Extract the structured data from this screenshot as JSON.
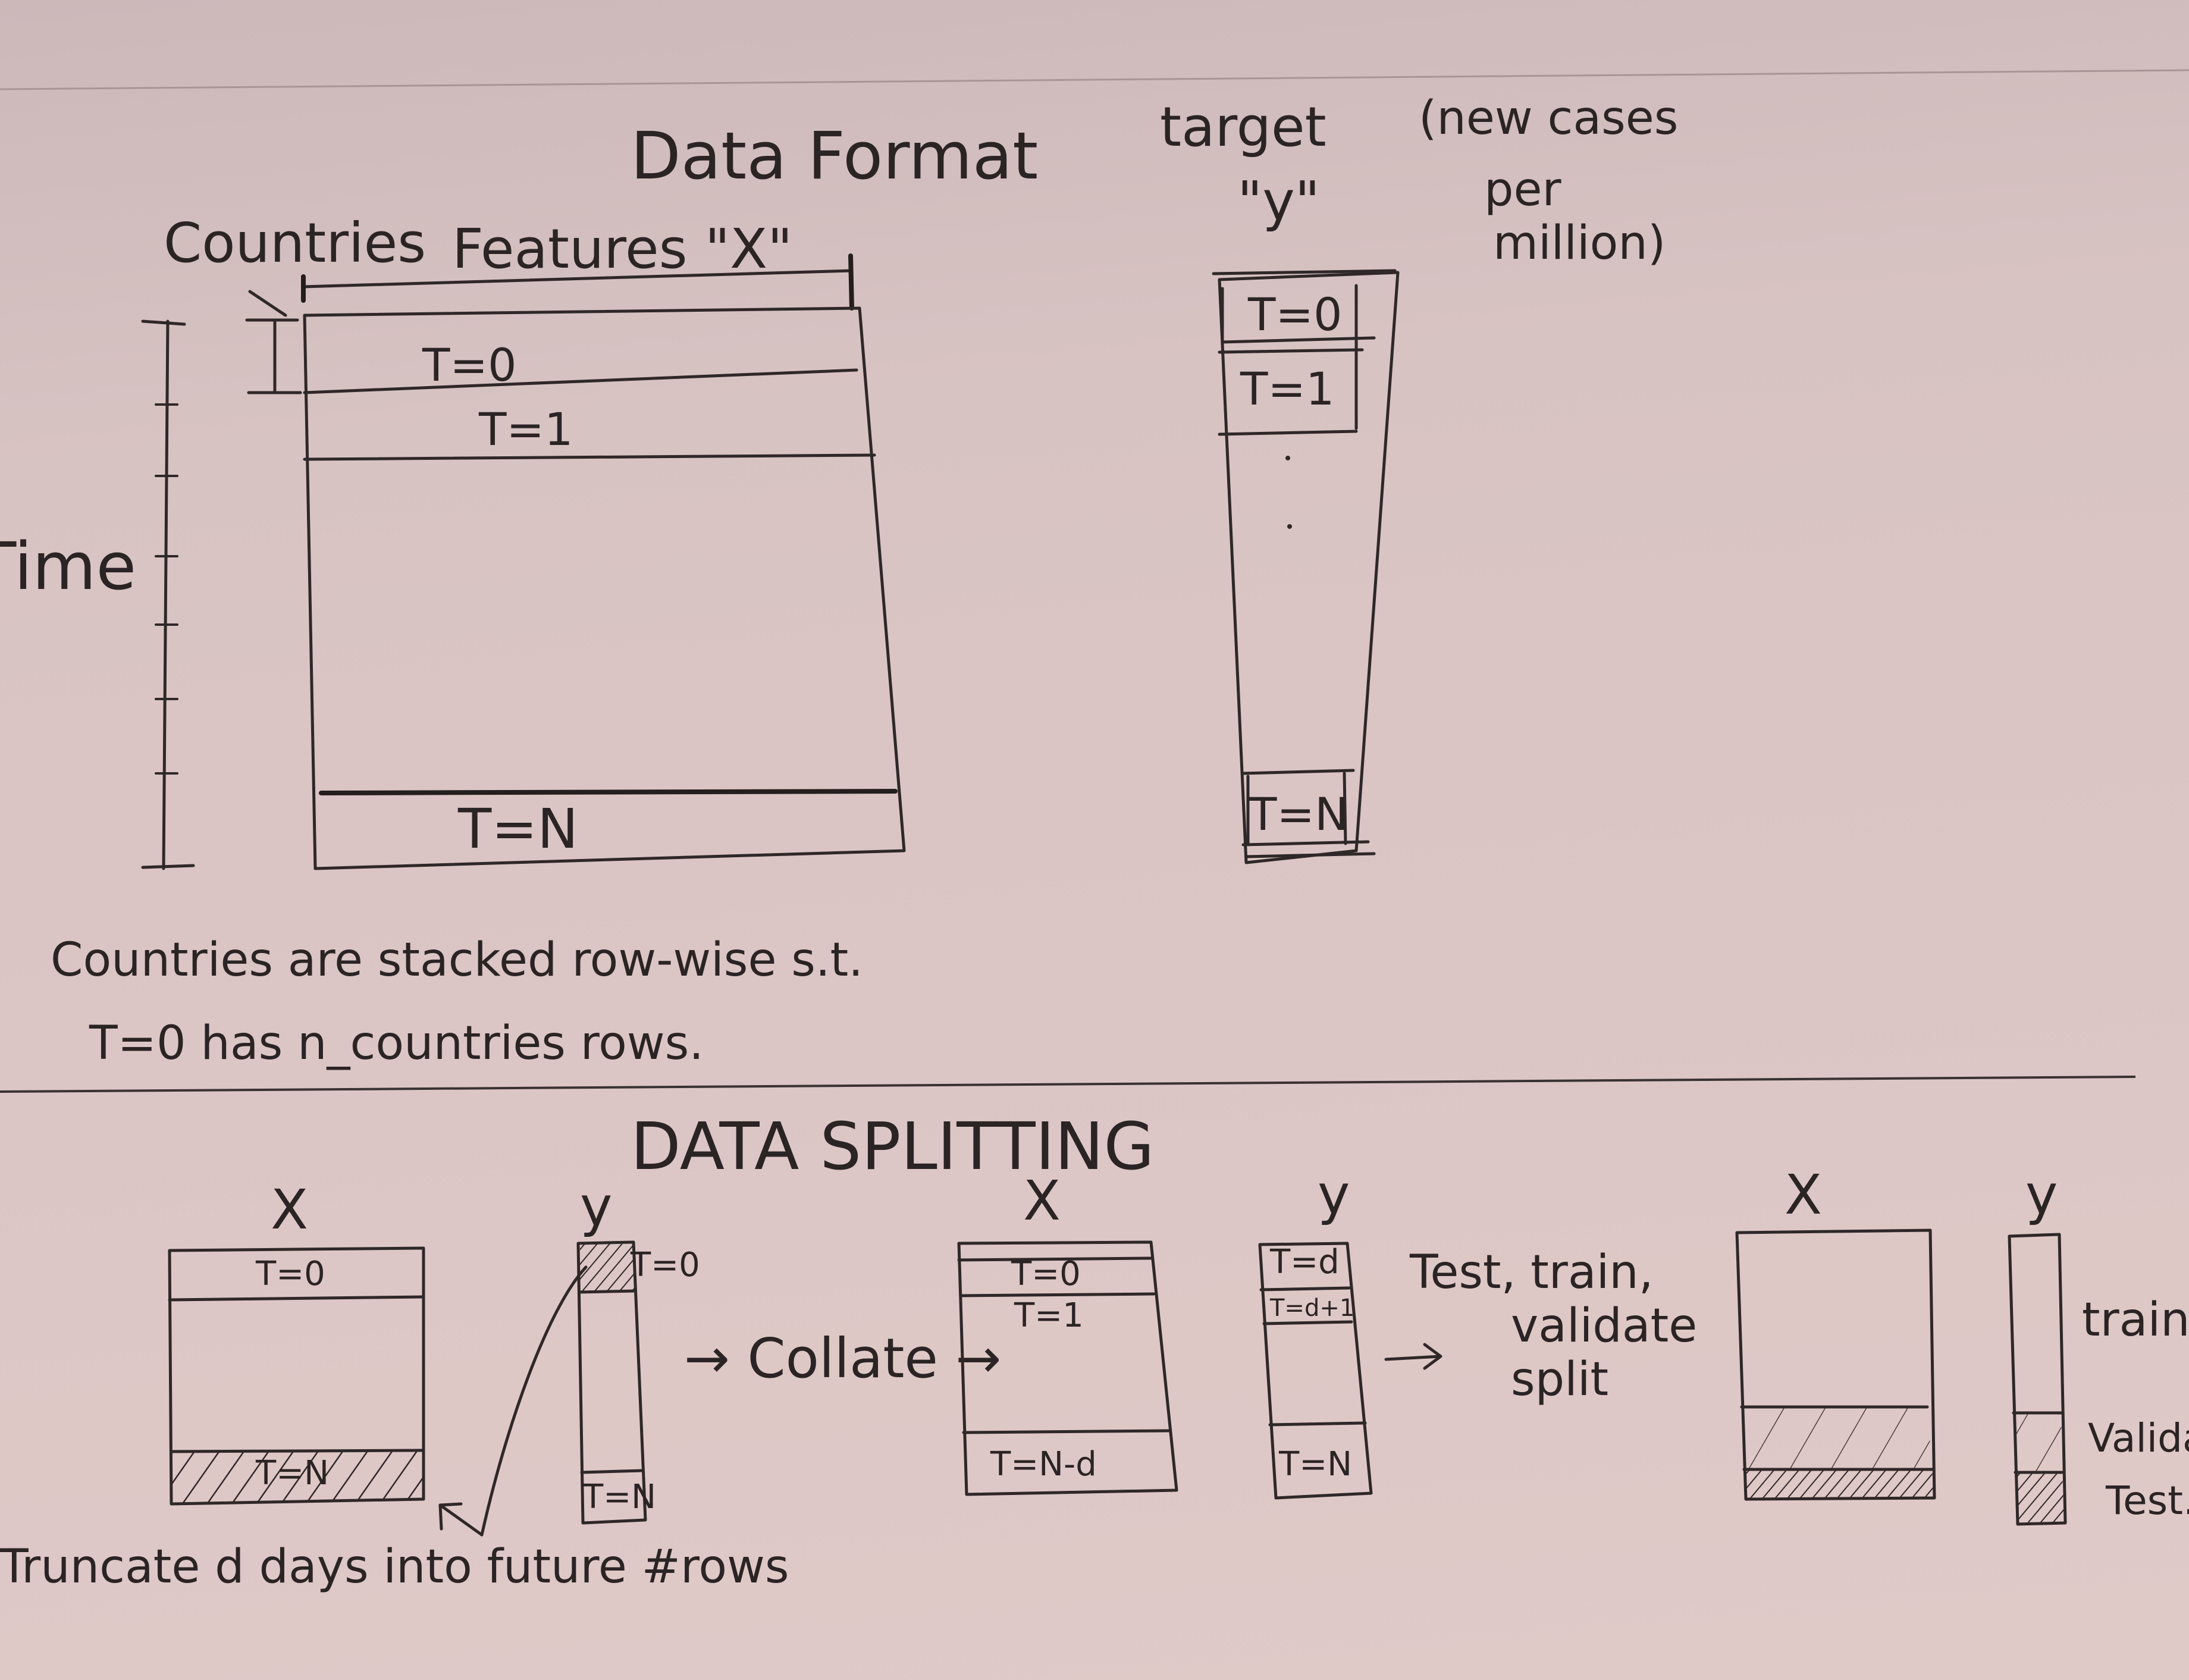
{
  "data_format": {
    "title": "Data Format",
    "countries_label": "Countries",
    "features_label": "Features \"X\"",
    "time_label": "Time",
    "x_rows": [
      "T=0",
      "T=1",
      "T=N"
    ],
    "target_label": "target",
    "target_var": "\"y\"",
    "target_note_line1": "(new cases",
    "target_note_line2": "per",
    "target_note_line3": "million)",
    "y_rows": [
      "T=0",
      "T=1",
      "T=N"
    ],
    "note_line1": "Countries are stacked row-wise s.t.",
    "note_line2": "T=0 has n_countries rows."
  },
  "data_splitting": {
    "title": "DATA SPLITTING",
    "x1_label": "X",
    "x1_rows": [
      "T=0",
      "T=N"
    ],
    "y1_label": "y",
    "y1_rows": [
      "T=0",
      "T=N"
    ],
    "collate_label": "→ Collate →",
    "x2_label": "X",
    "x2_rows": [
      "T=0",
      "T=1",
      "T=N-d"
    ],
    "y2_label": "y",
    "y2_rows": [
      "T=d",
      "T=d+1",
      "T=N"
    ],
    "split_line1": "Test, train,",
    "split_line2": "validate",
    "split_line3": "split",
    "x3_label": "X",
    "y3_label": "y",
    "train_label": "train",
    "validate_label": "Validate",
    "test_label": "Test.",
    "truncate_note": "Truncate d days into future #rows"
  }
}
